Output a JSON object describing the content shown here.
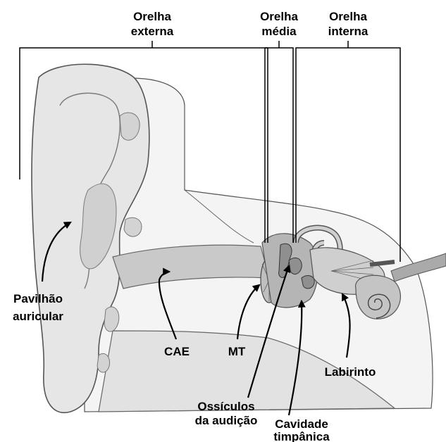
{
  "diagram": {
    "sections": {
      "external": [
        "Orelha",
        "externa"
      ],
      "middle": [
        "Orelha",
        "média"
      ],
      "internal": [
        "Orelha",
        "interna"
      ]
    },
    "labels": {
      "pinna": [
        "Pavilhão",
        "auricular"
      ],
      "ear_canal": "CAE",
      "tympanic_membrane": "MT",
      "ossicles": [
        "Ossículos",
        "da audição"
      ],
      "tympanic_cavity": [
        "Cavidade",
        "timpânica"
      ],
      "labyrinth": "Labirinto"
    }
  }
}
